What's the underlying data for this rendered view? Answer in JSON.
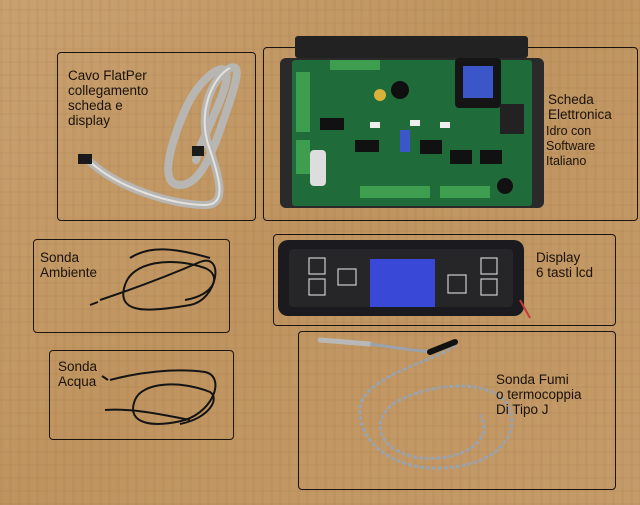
{
  "labels": {
    "cavo": "Cavo FlatPer\ncollegamento\n scheda e\ndisplay",
    "scheda_1": "Scheda\nElettronica",
    "scheda_2": "Idro con\nSoftware\nItaliano",
    "sonda_ambiente": "Sonda\nAmbiente",
    "display": "Display\n6 tasti lcd",
    "sonda_acqua": "Sonda\nAcqua",
    "sonda_fumi": "Sonda Fumi\no termocoppia\nDi Tipo J"
  },
  "colors": {
    "cardboard": "#c59b69",
    "frame": "#1c140c",
    "pcb": "#1f6b3a",
    "lcd": "#3a48d8",
    "display_body": "#1b1b1f",
    "cable": "#b8b6b2",
    "probe_wire": "#141414",
    "braid": "#9aa3ad"
  },
  "icons": [
    "flat-cable",
    "circuit-board",
    "ambient-probe",
    "water-probe",
    "lcd-display",
    "thermocouple-probe"
  ]
}
